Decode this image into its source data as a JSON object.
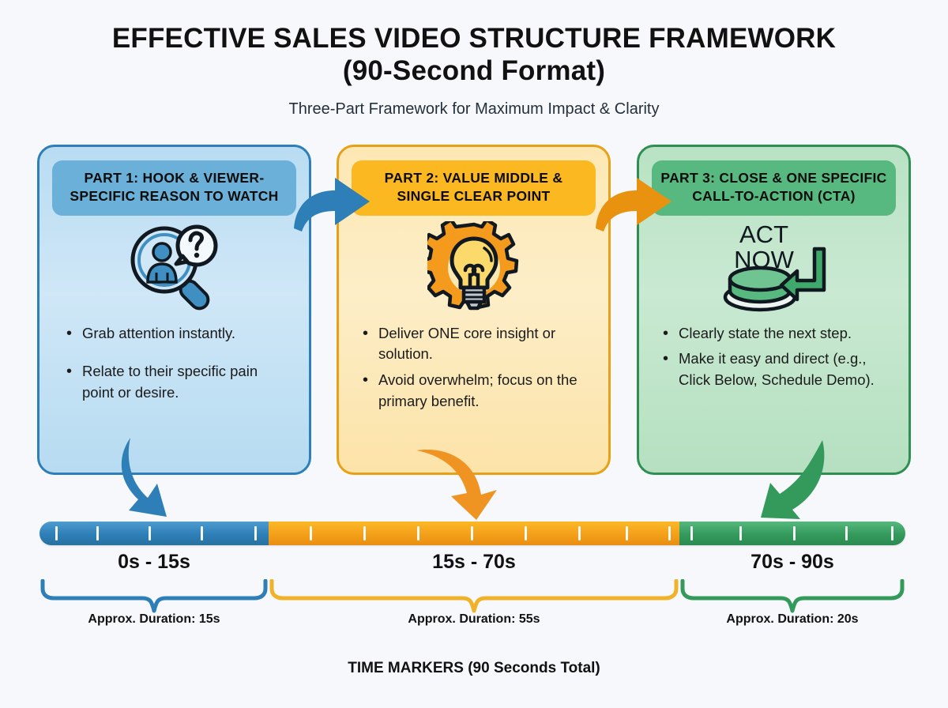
{
  "header": {
    "title_line1": "EFFECTIVE SALES VIDEO STRUCTURE FRAMEWORK",
    "title_line2": "(90-Second Format)",
    "subtitle": "Three-Part Framework for Maximum Impact & Clarity"
  },
  "colors": {
    "background": "#f6f8fb",
    "blue_accent": "#2e7fb8",
    "blue_header": "#6bb0d8",
    "blue_card_fill": "#c3e0f4",
    "orange_accent": "#e8a117",
    "orange_header": "#fbb820",
    "orange_card_fill": "#fdeec8",
    "green_accent": "#2f8f53",
    "green_header": "#57b97f",
    "green_card_fill": "#c4e7cf",
    "text": "#111111"
  },
  "cards": [
    {
      "id": "part-1",
      "heading": "PART 1: HOOK & VIEWER-SPECIFIC REASON TO WATCH",
      "icon": "magnifier-person-question-icon",
      "bullets": [
        "Grab attention instantly.",
        "Relate to their specific pain point or desire."
      ]
    },
    {
      "id": "part-2",
      "heading": "PART 2: VALUE MIDDLE & SINGLE CLEAR POINT",
      "icon": "gear-lightbulb-icon",
      "bullets": [
        "Deliver ONE core insight or solution.",
        "Avoid overwhelm; focus on the primary benefit."
      ]
    },
    {
      "id": "part-3",
      "heading": "PART 3: CLOSE & ONE SPECIFIC CALL-TO-ACTION (CTA)",
      "icon": "act-now-button-icon",
      "icon_text_line1": "ACT",
      "icon_text_line2": "NOW",
      "bullets": [
        "Clearly state the next step.",
        "Make it easy and direct (e.g., Click Below, Schedule Demo)."
      ]
    }
  ],
  "connectors": [
    {
      "name": "arrow-part1-to-part2",
      "color": "#2e7fb8"
    },
    {
      "name": "arrow-part2-to-part3",
      "color": "#e8920f"
    }
  ],
  "timeline": {
    "total_label": "TIME MARKERS (90 Seconds Total)",
    "total_seconds": 90,
    "segments": [
      {
        "range_label": "0s - 15s",
        "duration_label": "Approx. Duration: 15s",
        "start": 0,
        "end": 15,
        "seconds": 15,
        "color": "#2e7fb8",
        "ticks": 5
      },
      {
        "range_label": "15s - 70s",
        "duration_label": "Approx. Duration: 55s",
        "start": 15,
        "end": 70,
        "seconds": 55,
        "color": "#f4a01a",
        "ticks": 8
      },
      {
        "range_label": "70s - 90s",
        "duration_label": "Approx. Duration: 20s",
        "start": 70,
        "end": 90,
        "seconds": 20,
        "color": "#349a5c",
        "ticks": 5
      }
    ]
  }
}
